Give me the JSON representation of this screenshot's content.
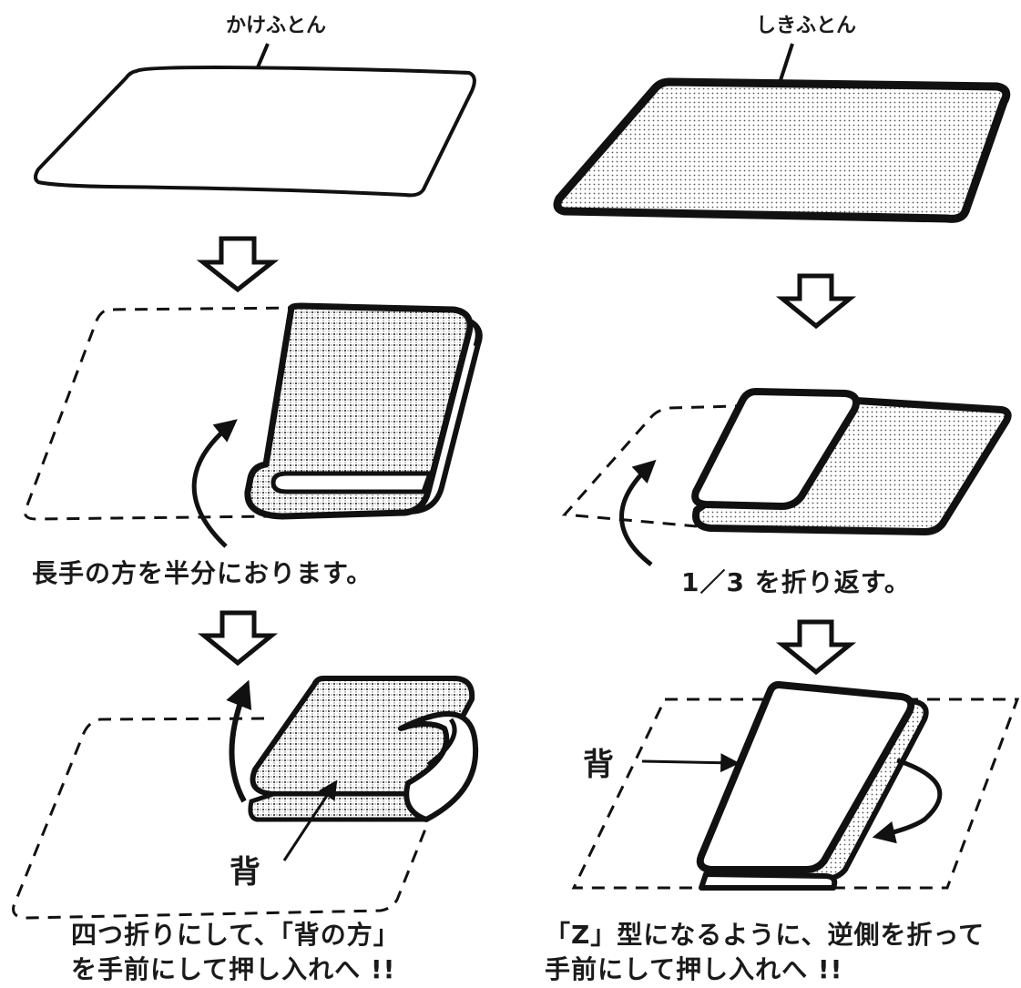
{
  "left": {
    "item_label": "かけふとん",
    "step1_caption": "長手の方を半分におります。",
    "back_label": "背",
    "final_caption_line1": "四つ折りにして、「背の方」",
    "final_caption_line2": "を手前にして押し入れへ !!"
  },
  "right": {
    "item_label": "しきふとん",
    "step1_caption": "1／3 を折り返す。",
    "back_label": "背",
    "final_caption_line1": "「Z」型になるように、逆側を折って",
    "final_caption_line2": "手前にして押し入れへ !!"
  },
  "colors": {
    "line": "#111111",
    "dot": "#555555",
    "fill": "#ffffff"
  }
}
